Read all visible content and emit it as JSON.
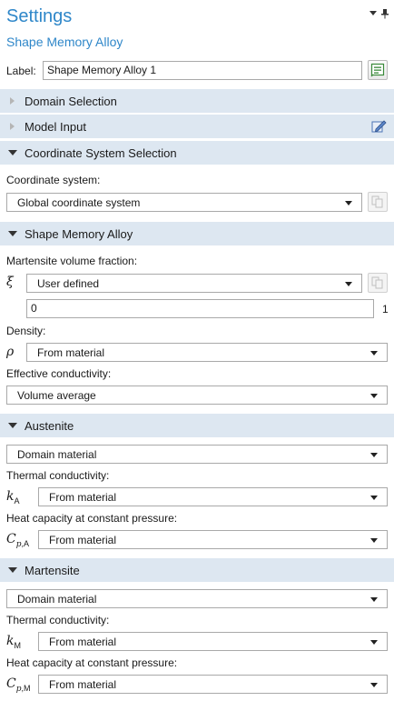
{
  "header": {
    "title": "Settings",
    "subtitle": "Shape Memory Alloy"
  },
  "label_row": {
    "label": "Label:",
    "value": "Shape Memory Alloy 1"
  },
  "sections": {
    "domain_selection": "Domain Selection",
    "model_input": "Model Input",
    "coordinate_system_selection": "Coordinate System Selection",
    "shape_memory_alloy": "Shape Memory Alloy",
    "austenite": "Austenite",
    "martensite": "Martensite"
  },
  "coordinate": {
    "label": "Coordinate system:",
    "value": "Global coordinate system"
  },
  "sma": {
    "martensite_fraction_label": "Martensite volume fraction:",
    "martensite_fraction_symbol": "ξ",
    "martensite_fraction_source": "User defined",
    "martensite_fraction_value": "0",
    "martensite_fraction_unit": "1",
    "density_label": "Density:",
    "density_symbol": "ρ",
    "density_value": "From material",
    "effective_conductivity_label": "Effective conductivity:",
    "effective_conductivity_value": "Volume average"
  },
  "austenite": {
    "domain_value": "Domain material",
    "thermal_conductivity_label": "Thermal conductivity:",
    "k_symbol": "k",
    "k_sub": "A",
    "k_value": "From material",
    "heat_capacity_label": "Heat capacity at constant pressure:",
    "cp_symbol": "C",
    "cp_sub_p": "p",
    "cp_sub": ",A",
    "cp_value": "From material"
  },
  "martensite": {
    "domain_value": "Domain material",
    "thermal_conductivity_label": "Thermal conductivity:",
    "k_symbol": "k",
    "k_sub": "M",
    "k_value": "From material",
    "heat_capacity_label": "Heat capacity at constant pressure:",
    "cp_symbol": "C",
    "cp_sub_p": "p",
    "cp_sub": ",M",
    "cp_value": "From material"
  },
  "icons": [
    "chevron-down-icon",
    "pin-icon",
    "label-edit-icon",
    "model-input-edit-icon",
    "coordinate-pick-icon",
    "fraction-pick-icon"
  ],
  "colors": {
    "accent": "#2f87c9",
    "section_bg": "#dde7f1"
  }
}
